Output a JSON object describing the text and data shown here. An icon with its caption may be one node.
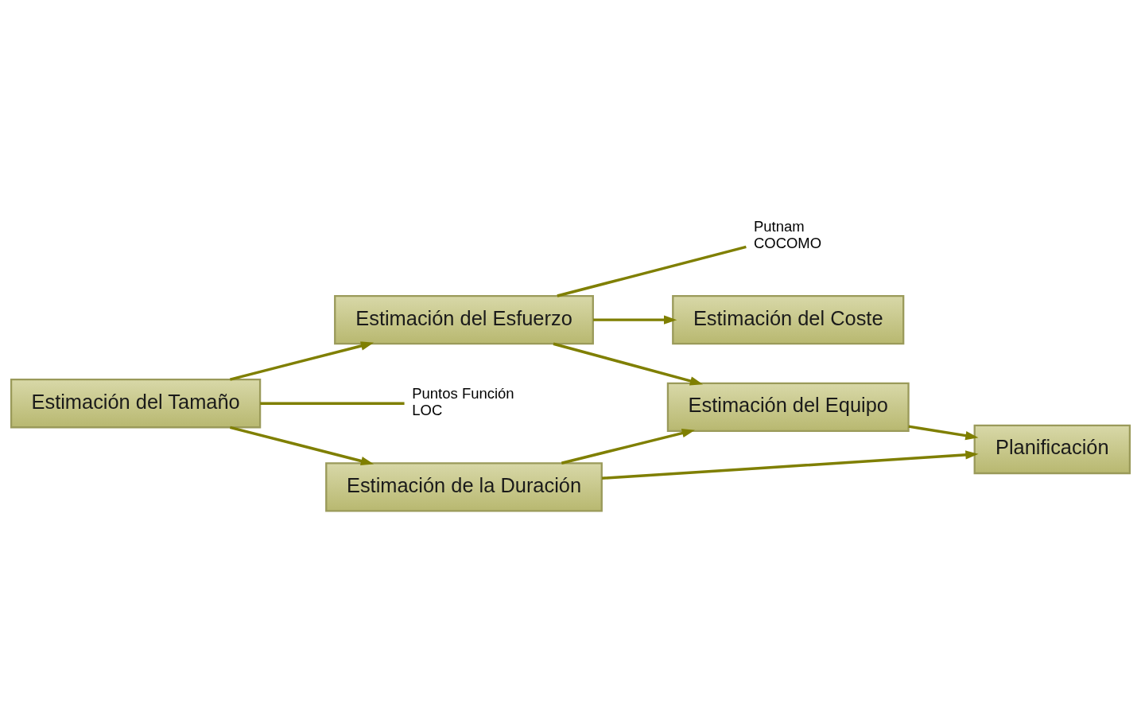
{
  "diagram": {
    "nodes": [
      {
        "text": [
          "Estimación del Tamaño"
        ]
      },
      {
        "text": [
          "Estimación del Esfuerzo"
        ]
      },
      {
        "text": [
          "Putnam",
          "COCOMO"
        ]
      },
      {
        "text": [
          "Estimación del Coste"
        ]
      },
      {
        "text": [
          "Estimación del Equipo"
        ]
      },
      {
        "text": [
          "Puntos Función",
          "LOC"
        ]
      },
      {
        "text": [
          "Estimación de la Duración"
        ]
      },
      {
        "text": [
          "Planificación"
        ]
      }
    ],
    "edges": [
      {
        "from": 0,
        "to": 1,
        "arrow": "to"
      },
      {
        "from": 0,
        "to": 6,
        "arrow": "to"
      },
      {
        "from": 1,
        "to": 3,
        "arrow": "to"
      },
      {
        "from": 1,
        "to": 4,
        "arrow": "to"
      },
      {
        "from": 6,
        "to": 4,
        "arrow": "to"
      },
      {
        "from": 6,
        "to": 7,
        "arrow": "to"
      },
      {
        "from": 4,
        "to": 7,
        "arrow": "to"
      },
      {
        "from": 1,
        "to": 2,
        "arrow": "none"
      },
      {
        "from": 0,
        "to": 5,
        "arrow": "none"
      }
    ]
  }
}
